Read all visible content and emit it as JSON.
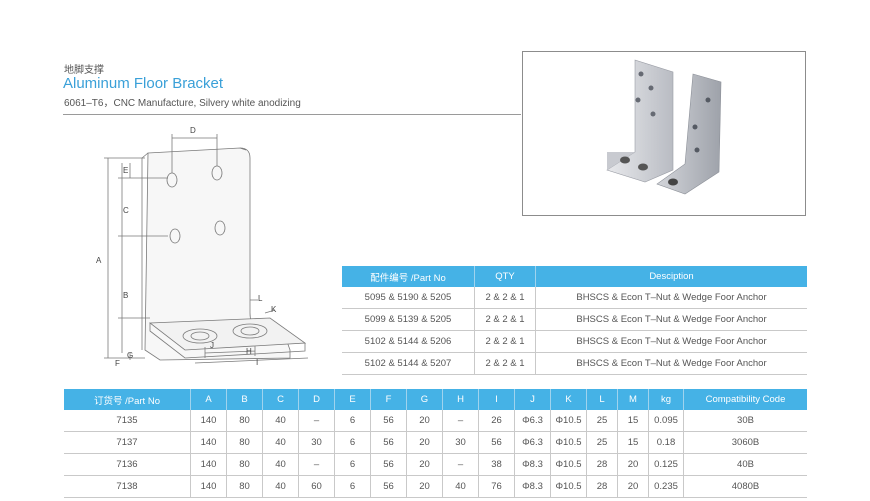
{
  "header": {
    "cn_title": "地脚支撑",
    "en_title": "Aluminum Floor Bracket",
    "subtitle": "6061–T6，CNC Manufacture, Silvery white anodizing"
  },
  "drawing": {
    "dim_labels": [
      "D",
      "E",
      "C",
      "A",
      "B",
      "F",
      "G",
      "H",
      "I",
      "L",
      "K",
      "J"
    ]
  },
  "parts_table": {
    "headers": [
      "配件编号 /Part No",
      "QTY",
      "Desciption"
    ],
    "rows": [
      [
        "5095 & 5190 & 5205",
        "2 & 2 & 1",
        "BHSCS & Econ T–Nut & Wedge Foor Anchor"
      ],
      [
        "5099 & 5139 & 5205",
        "2 & 2 & 1",
        "BHSCS & Econ T–Nut & Wedge Foor Anchor"
      ],
      [
        "5102 & 5144 & 5206",
        "2 & 2 & 1",
        "BHSCS & Econ T–Nut & Wedge Foor Anchor"
      ],
      [
        "5102 & 5144 & 5207",
        "2 & 2 & 1",
        "BHSCS & Econ T–Nut & Wedge Foor Anchor"
      ]
    ]
  },
  "spec_table": {
    "headers": [
      "订货号 /Part No",
      "A",
      "B",
      "C",
      "D",
      "E",
      "F",
      "G",
      "H",
      "I",
      "J",
      "K",
      "L",
      "M",
      "kg",
      "Compatibility Code"
    ],
    "rows": [
      [
        "7135",
        "140",
        "80",
        "40",
        "–",
        "6",
        "56",
        "20",
        "–",
        "26",
        "Φ6.3",
        "Φ10.5",
        "25",
        "15",
        "0.095",
        "30B"
      ],
      [
        "7137",
        "140",
        "80",
        "40",
        "30",
        "6",
        "56",
        "20",
        "30",
        "56",
        "Φ6.3",
        "Φ10.5",
        "25",
        "15",
        "0.18",
        "3060B"
      ],
      [
        "7136",
        "140",
        "80",
        "40",
        "–",
        "6",
        "56",
        "20",
        "–",
        "38",
        "Φ8.3",
        "Φ10.5",
        "28",
        "20",
        "0.125",
        "40B"
      ],
      [
        "7138",
        "140",
        "80",
        "40",
        "60",
        "6",
        "56",
        "20",
        "40",
        "76",
        "Φ8.3",
        "Φ10.5",
        "28",
        "20",
        "0.235",
        "4080B"
      ]
    ]
  },
  "colors": {
    "accent": "#45b2e6",
    "title": "#3aa0d8"
  }
}
